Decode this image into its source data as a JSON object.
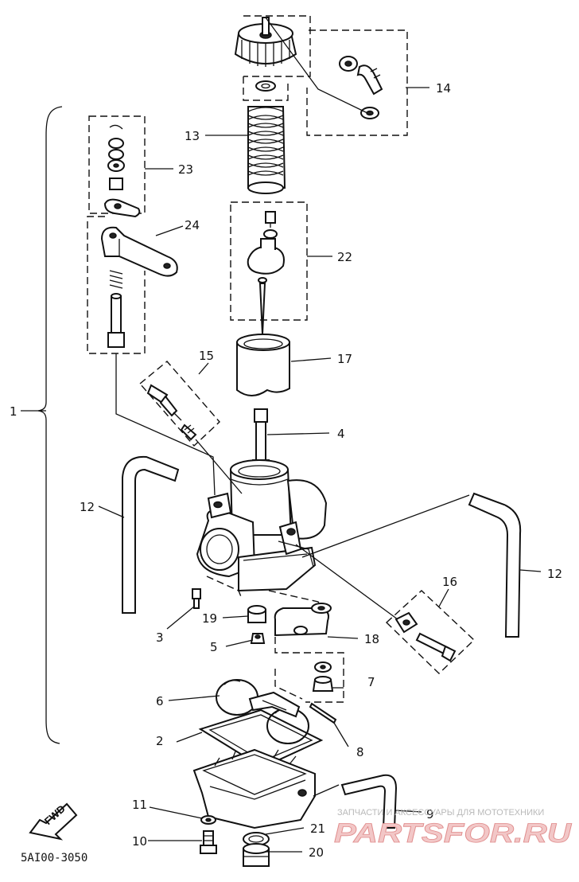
{
  "labels": {
    "p1": "1",
    "p2": "2",
    "p3": "3",
    "p4": "4",
    "p5": "5",
    "p6": "6",
    "p7": "7",
    "p8": "8",
    "p9": "9",
    "p10": "10",
    "p11": "11",
    "p12a": "12",
    "p12b": "12",
    "p13": "13",
    "p14": "14",
    "p15": "15",
    "p16": "16",
    "p17": "17",
    "p18": "18",
    "p19": "19",
    "p20": "20",
    "p21": "21",
    "p22": "22",
    "p23": "23",
    "p24": "24"
  },
  "diagram_code": "5AI00-3050",
  "fwd_label": "FWD",
  "watermark": {
    "caption": "ЗАПЧАСТИ И АКСЕССУАРЫ ДЛЯ МОТОТЕХНИКИ",
    "brand": "PARTSFOR.RU"
  },
  "colors": {
    "ink": "#111111",
    "watermark_fill": "#f2c7c7",
    "watermark_stroke": "#e08c8c"
  }
}
